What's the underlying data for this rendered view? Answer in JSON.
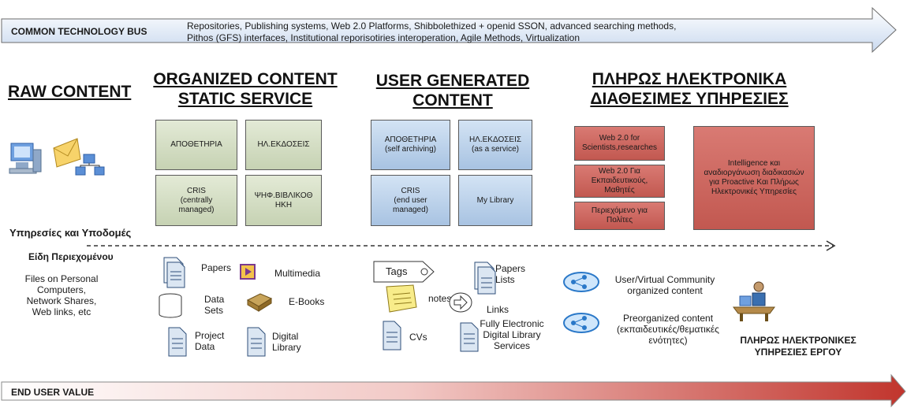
{
  "bus": {
    "label": "COMMON TECHNOLOGY BUS",
    "text": "Repositories, Publishing systems, Web 2.0 Platforms, Shibbolethized + openid SSON, advanced searching methods,\nPithos (GFS) interfaces, Institutional reporisotiries interoperation, Agile Methods, Virtualization"
  },
  "headers": {
    "raw": "RAW CONTENT",
    "organized": "ORGANIZED CONTENT\nSTATIC SERVICE",
    "user_generated": "USER GENERATED\nCONTENT",
    "full_services": "ΠΛΗΡΩΣ ΗΛΕΚΤΡΟΝΙΚΑ\nΔΙΑΘΕΣΙΜΕΣ ΥΠΗΡΕΣΙΕΣ"
  },
  "organized_boxes": [
    "ΑΠΟΘΕΤΗΡΙΑ",
    "ΗΛ.ΕΚΔΟΣΕΙΣ",
    "CRIS\n(centrally\nmanaged)",
    "ΨΗΦ.ΒΙΒΛΙΚΟΘ\nΗΚΗ"
  ],
  "user_boxes": [
    "ΑΠΟΘΕΤΗΡΙΑ\n(self archiving)",
    "ΗΛ.ΕΚΔΟΣΕΙΣ\n(as a service)",
    "CRIS\n(end user\nmanaged)",
    "My Library"
  ],
  "service_boxes": [
    "Web 2.0 for\nScientists,researches",
    "Web 2.0 Για\nΕκπαιδευτικούς,\nΜαθητές",
    "Περιεχόμενο για\nΠολίτες",
    "Intelligence και\nαναδιοργάνωση διαδικασιών\nγια Proactive Και Πλήρως\nΗλεκτρονικές Υπηρεσίες"
  ],
  "sections": {
    "services_infra": "Υπηρεσίες και Υποδομές",
    "content_types": "Είδη Περιεχομένου"
  },
  "raw_content_text": "Files on Personal\nComputers,\nNetwork Shares,\nWeb links, etc",
  "organized_items": {
    "papers": "Papers",
    "multimedia": "Multimedia",
    "data_sets": "Data\nSets",
    "ebooks": "E-Books",
    "project_data": "Project\nData",
    "digital_library": "Digital\nLibrary"
  },
  "user_items": {
    "tags": "Tags",
    "papers_lists": "Papers\nLists",
    "notes": "notes",
    "links": "Links",
    "cvs": "CVs",
    "fully_electronic": "Fully Electronic\nDigital Library\nServices"
  },
  "service_items": {
    "community": "User/Virtual Community\norganized content",
    "preorganized": "Preorganized content\n(εκπαιδευτικές/θεματικές\nενότητες)",
    "project_services": "ΠΛΗΡΩΣ ΗΛΕΚΤΡΟΝΙΚΕΣ\nΥΠΗΡΕΣΙΕΣ ΕΡΓΟΥ"
  },
  "value_bar": {
    "label": "END USER VALUE"
  },
  "colors": {
    "bus_fill": "#e6eefa",
    "organized_box": "#d7dfc7",
    "user_box": "#bcd2ec",
    "service_box": "#cd6a62",
    "value_start": "#ffffff",
    "value_end": "#c1352d"
  }
}
